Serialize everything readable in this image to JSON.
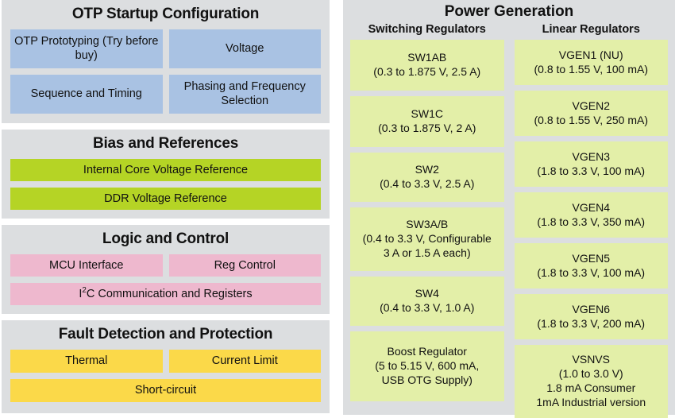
{
  "colors": {
    "panel_bg": "#dcdee0",
    "blue": "#a9c2e3",
    "green": "#b5d425",
    "pink": "#eeb8ce",
    "yellow": "#fbd949",
    "pale_green": "#e3efa8",
    "text": "#111111"
  },
  "left": {
    "sections": [
      {
        "title": "OTP Startup Configuration",
        "blocks": [
          "OTP Prototyping\n(Try before buy)",
          "Voltage",
          "Sequence and\nTiming",
          "Phasing and\nFrequency Selection"
        ]
      },
      {
        "title": "Bias and References",
        "blocks": [
          "Internal Core Voltage Reference",
          "DDR Voltage Reference"
        ]
      },
      {
        "title": "Logic and Control",
        "blocks": [
          "MCU Interface",
          "Reg Control",
          "I2C Communication and Registers"
        ]
      },
      {
        "title": "Fault Detection and Protection",
        "blocks": [
          "Thermal",
          "Current Limit",
          "Short-circuit"
        ]
      }
    ],
    "otp": {
      "title": "OTP Startup Configuration",
      "b1_l1": "OTP Prototyping",
      "b1_l2": "(Try before buy)",
      "b2": "Voltage",
      "b3_l1": "Sequence and",
      "b3_l2": "Timing",
      "b4_l1": "Phasing and",
      "b4_l2": "Frequency Selection"
    },
    "bias": {
      "title": "Bias and References",
      "b1": "Internal Core Voltage Reference",
      "b2": "DDR Voltage Reference"
    },
    "logic": {
      "title": "Logic and Control",
      "b1": "MCU Interface",
      "b2": "Reg Control",
      "b3_pre": "I",
      "b3_sup": "2",
      "b3_post": "C Communication and Registers"
    },
    "fault": {
      "title": "Fault Detection and Protection",
      "b1": "Thermal",
      "b2": "Current Limit",
      "b3": "Short-circuit"
    }
  },
  "right": {
    "title": "Power Generation",
    "sub_switching": "Switching Regulators",
    "sub_linear": "Linear Regulators",
    "switching": [
      {
        "name": "SW1AB",
        "l2": "(0.3 to 1.875 V, 2.5 A)"
      },
      {
        "name": "SW1C",
        "l2": "(0.3 to 1.875 V, 2 A)"
      },
      {
        "name": "SW2",
        "l2": "(0.4 to 3.3 V, 2.5 A)"
      },
      {
        "name": "SW3A/B",
        "l2": "(0.4 to 3.3 V, Configurable",
        "l3": "3 A or 1.5 A each)"
      },
      {
        "name": "SW4",
        "l2": "(0.4 to 3.3 V, 1.0 A)"
      },
      {
        "name": "Boost Regulator",
        "l2": "(5 to 5.15 V, 600 mA,",
        "l3": "USB OTG Supply)"
      }
    ],
    "linear": [
      {
        "name": "VGEN1 (NU)",
        "l2": "(0.8 to 1.55 V, 100 mA)"
      },
      {
        "name": "VGEN2",
        "l2": "(0.8 to 1.55 V, 250 mA)"
      },
      {
        "name": "VGEN3",
        "l2": "(1.8 to 3.3 V, 100 mA)"
      },
      {
        "name": "VGEN4",
        "l2": "(1.8 to 3.3 V, 350 mA)"
      },
      {
        "name": "VGEN5",
        "l2": "(1.8 to 3.3 V, 100 mA)"
      },
      {
        "name": "VGEN6",
        "l2": "(1.8 to 3.3 V, 200 mA)"
      },
      {
        "name": "VSNVS",
        "l2": "(1.0 to 3.0 V)",
        "l3": "1.8 mA Consumer",
        "l4": "1mA Industrial version"
      }
    ]
  }
}
